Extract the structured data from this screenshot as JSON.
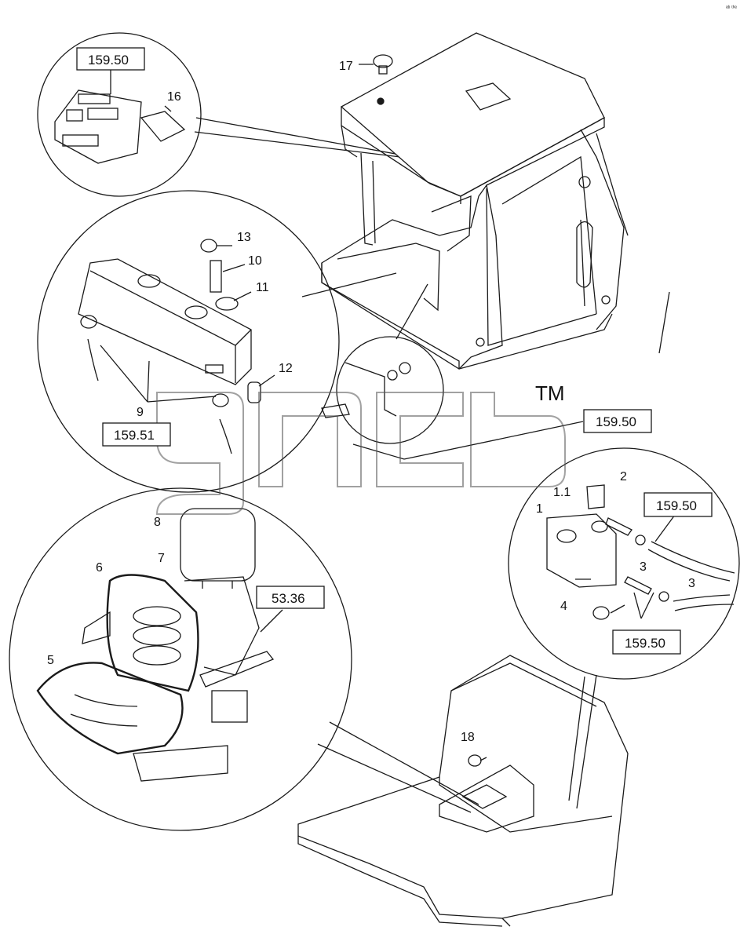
{
  "callouts": {
    "c1": "1",
    "c1_1": "1.1",
    "c2": "2",
    "c3a": "3",
    "c3b": "3",
    "c4": "4",
    "c5": "5",
    "c6": "6",
    "c7": "7",
    "c8": "8",
    "c9": "9",
    "c10": "10",
    "c11": "11",
    "c12": "12",
    "c13": "13",
    "c16": "16",
    "c17": "17",
    "c18": "18"
  },
  "references": {
    "r_top": "159.50",
    "r_mid": "159.50",
    "r_tank_top": "159.50",
    "r_tank_bottom": "159.50",
    "r_airbox": "159.51",
    "r_seat": "53.36"
  },
  "watermark": {
    "text": "gncb",
    "tm": "TM"
  },
  "corner_note": "ᵃᵇ ᵗʰᵉ"
}
